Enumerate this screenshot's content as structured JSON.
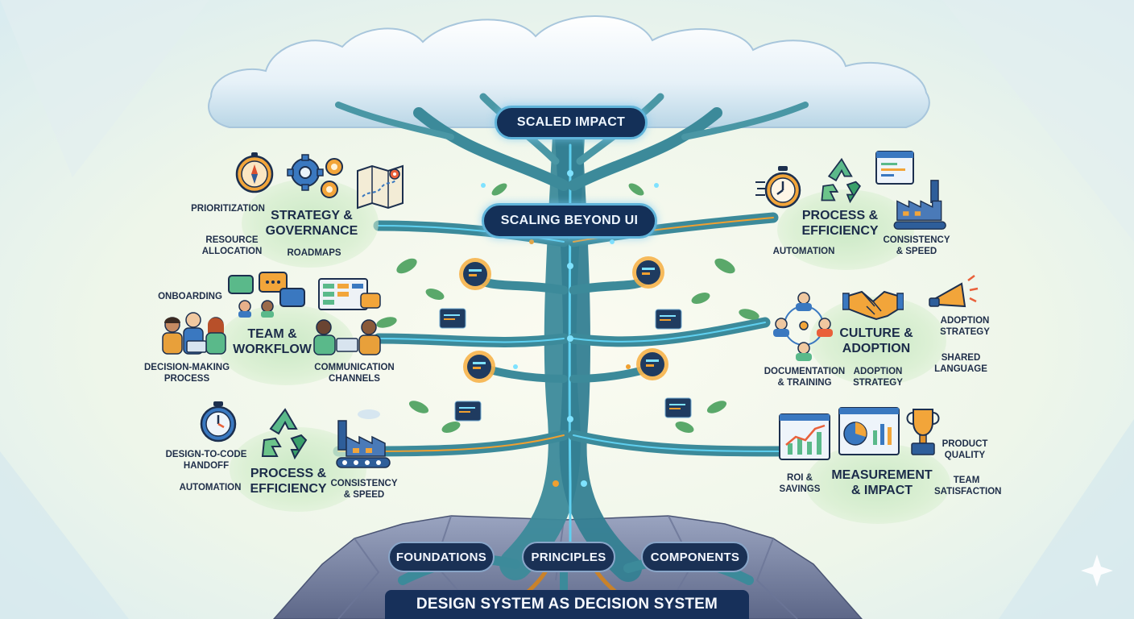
{
  "title": "SCALED IMPACT",
  "subtitle": "SCALING BEYOND UI",
  "footer": "DESIGN SYSTEM AS DECISION SYSTEM",
  "roots": [
    "FOUNDATIONS",
    "PRINCIPLES",
    "COMPONENTS"
  ],
  "left": {
    "strategy": {
      "title": "STRATEGY &\nGOVERNANCE",
      "labels": [
        "PRIORITIZATION",
        "RESOURCE\nALLOCATION",
        "ROADMAPS"
      ],
      "icons": [
        "compass-icon",
        "gears-icon",
        "map-icon"
      ]
    },
    "team": {
      "title": "TEAM &\nWORKFLOW",
      "labels": [
        "ONBOARDING",
        "DECISION-MAKING\nPROCESS",
        "COMMUNICATION\nCHANNELS"
      ],
      "icons": [
        "chat-bubbles-icon",
        "team-laptop-icon",
        "kanban-board-icon"
      ]
    },
    "process": {
      "title": "PROCESS &\nEFFICIENCY",
      "labels": [
        "DESIGN-TO-CODE\nHANDOFF",
        "AUTOMATION",
        "CONSISTENCY\n& SPEED"
      ],
      "icons": [
        "stopwatch-icon",
        "recycle-icon",
        "factory-icon"
      ]
    }
  },
  "right": {
    "process": {
      "title": "PROCESS &\nEFFICIENCY",
      "labels": [
        "AUTOMATION",
        "CONSISTENCY\n& SPEED"
      ],
      "icons": [
        "stopwatch-icon",
        "recycle-icon",
        "code-window-icon",
        "factory-icon"
      ]
    },
    "culture": {
      "title": "CULTURE &\nADOPTION",
      "labels": [
        "ADOPTION\nSTRATEGY",
        "SHARED\nLANGUAGE",
        "DOCUMENTATION\n& TRAINING",
        "ADOPTION\nSTRATEGY"
      ],
      "icons": [
        "people-network-icon",
        "handshake-icon",
        "megaphone-icon"
      ]
    },
    "measurement": {
      "title": "MEASUREMENT\n& IMPACT",
      "labels": [
        "PRODUCT\nQUALITY",
        "TEAM\nSATISFACTION",
        "ROI &\nSAVINGS"
      ],
      "icons": [
        "line-chart-icon",
        "dashboard-icon",
        "trophy-icon"
      ]
    }
  },
  "colors": {
    "dark_navy": "#17305a",
    "trunk": "#3c8a9a",
    "glow": "#5fd0f0",
    "orange": "#f0a030",
    "leaf": "#5aa86a",
    "blob": "#cfe8c8"
  }
}
